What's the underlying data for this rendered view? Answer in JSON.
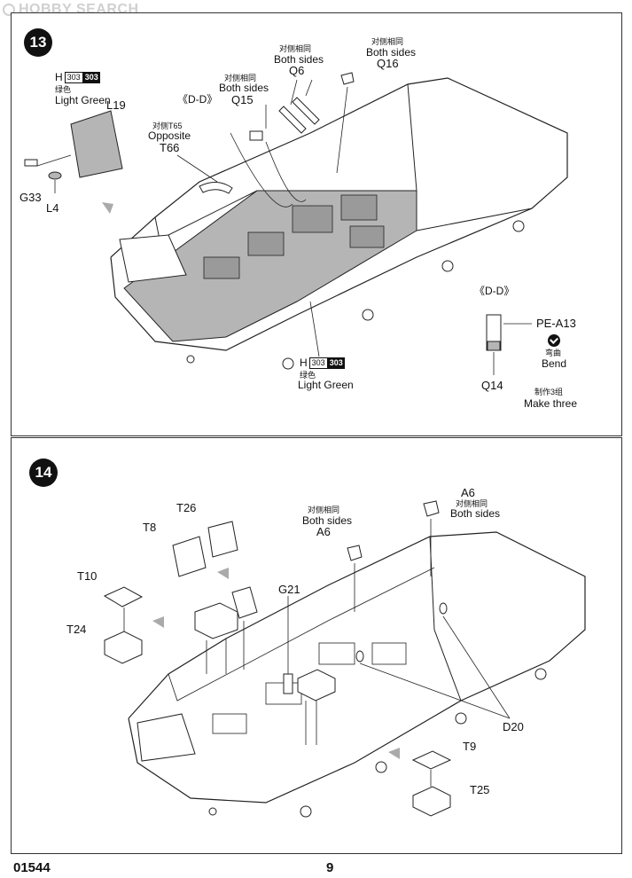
{
  "watermark": {
    "text": "HOBBY SEARCH"
  },
  "footer": {
    "product_code": "01544",
    "page_number": "9"
  },
  "colors": {
    "hull_shade": "#b5b5b5",
    "line": "#222222",
    "badge": "#111111"
  },
  "step13": {
    "number": "13",
    "paint_h_top": {
      "letter": "H",
      "code_a": "303",
      "code_b": "303",
      "cn": "绿色",
      "en": "Light Green"
    },
    "paint_h_bottom": {
      "letter": "H",
      "code_a": "303",
      "code_b": "303",
      "cn": "绿色",
      "en": "Light Green"
    },
    "parts": {
      "l19": "L19",
      "g33": "G33",
      "l4": "L4",
      "t65_cn": "对侧T65",
      "t65_en": "Opposite",
      "t66": "T66",
      "q15_cn": "对侧相同",
      "q15_en": "Both sides",
      "q15": "Q15",
      "q6_cn": "对侧相同",
      "q6_en": "Both sides",
      "q6": "Q6",
      "q16_cn": "对侧相同",
      "q16_en": "Both sides",
      "q16": "Q16",
      "dd_label": "《D-D》",
      "detail_label": "《D-D》",
      "pe": "PE-A13",
      "bend_cn": "弯曲",
      "bend_en": "Bend",
      "q14": "Q14",
      "make_cn": "制作3组",
      "make_en": "Make three"
    }
  },
  "step14": {
    "number": "14",
    "parts": {
      "t26": "T26",
      "t8": "T8",
      "t10": "T10",
      "t24": "T24",
      "g21": "G21",
      "a6_cn": "对侧相同",
      "a6_en": "Both sides",
      "a6": "A6",
      "a6r": "A6",
      "a6r_cn": "对侧相同",
      "a6r_en": "Both sides",
      "d20": "D20",
      "t9": "T9",
      "t25": "T25"
    }
  }
}
